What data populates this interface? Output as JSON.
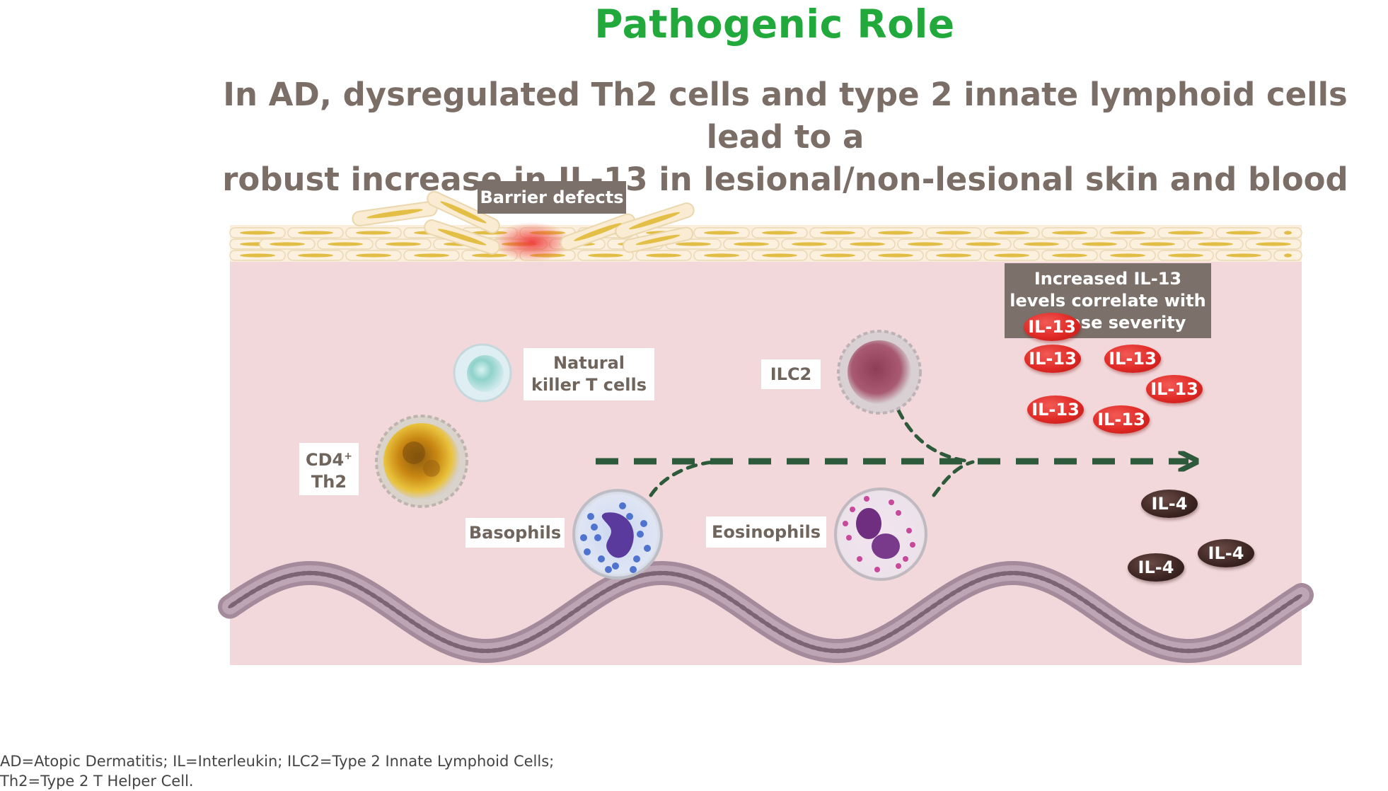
{
  "title": "Pathogenic Role",
  "subtitle_line1": "In AD, dysregulated Th2 cells and type 2 innate lymphoid cells lead to a",
  "subtitle_line2": "robust increase in IL-13 in lesional/non-lesional skin and blood",
  "barrier_label": "Barrier defects",
  "severity_label_line1": "Increased IL-13",
  "severity_label_line2": "levels correlate with",
  "severity_label_line3": "disease severity",
  "cells": {
    "nkt_line1": "Natural",
    "nkt_line2": "killer T cells",
    "ilc2": "ILC2",
    "cd4_line1": "CD4",
    "cd4_sup": "+",
    "cd4_line2": "Th2",
    "basophils": "Basophils",
    "eosinophils": "Eosinophils"
  },
  "cytokines": {
    "il13": "IL-13",
    "il4": "IL-4"
  },
  "footnote_line1": "AD=Atopic Dermatitis; IL=Interleukin; ILC2=Type 2 Innate Lymphoid Cells;",
  "footnote_line2": "Th2=Type 2 T Helper Cell.",
  "colors": {
    "title_green": "#22a93c",
    "subtitle_gray": "#7a6e66",
    "tissue_pink": "#f2d8db",
    "arrow_green": "#2d5a3a",
    "il13_red": "#e02a26",
    "il4_brown": "#3c2522"
  }
}
